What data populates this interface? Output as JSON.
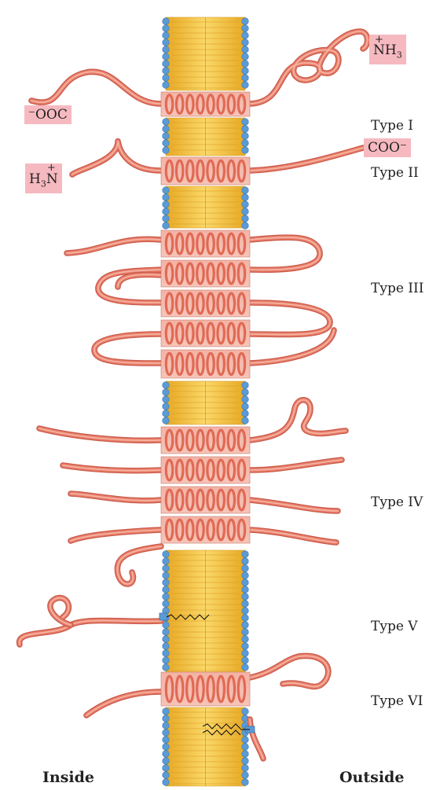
{
  "types": [
    {
      "label": "Type I"
    },
    {
      "label": "Type II"
    },
    {
      "label": "Type III"
    },
    {
      "label": "Type IV"
    },
    {
      "label": "Type V"
    },
    {
      "label": "Type VI"
    }
  ],
  "termini": {
    "nh3": {
      "main": "NH",
      "sub": "3",
      "charge": "+"
    },
    "ooc": {
      "text": "⁻OOC"
    },
    "coo": {
      "text": "COO⁻"
    },
    "h3n": {
      "main": "H",
      "sub": "3",
      "tail": "N",
      "charge": "+"
    }
  },
  "sides": {
    "inside": "Inside",
    "outside": "Outside"
  },
  "colors": {
    "lipid_core": "#f2c13a",
    "lipid_head": "#5b9bd5",
    "helix": "#e06a55",
    "chain": "#e9806a",
    "label_bg": "#f6b9c0",
    "anchor": "#111111"
  }
}
